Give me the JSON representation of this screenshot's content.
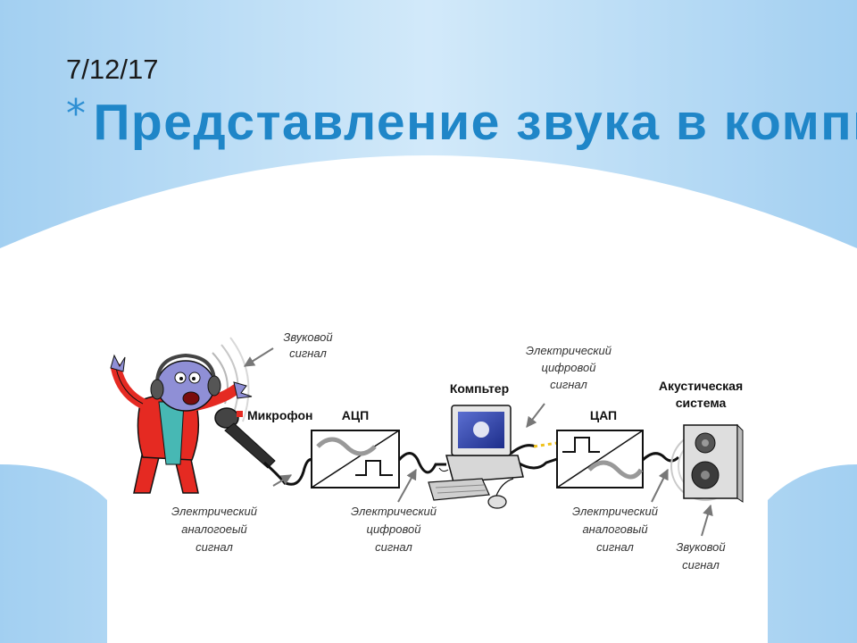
{
  "slide": {
    "date": "7/12/17",
    "title_bullet": "*",
    "title": "Представление звука в компьютере"
  },
  "diagram": {
    "sound_signal_top": [
      "Звуковой",
      "сигнал"
    ],
    "microphone": "Микрофон",
    "adc": "АЦП",
    "computer": "Компьтер",
    "digital_signal_top": [
      "Электрический",
      "цифровой",
      "сигнал"
    ],
    "dac": "ЦАП",
    "speaker_system": [
      "Акустическая",
      "система"
    ],
    "analog_signal_left": [
      "Электрический",
      "аналогоеый",
      "сигнал"
    ],
    "digital_signal_bottom": [
      "Электрический",
      "цифровой",
      "сигнал"
    ],
    "analog_signal_right": [
      "Электрический",
      "аналоговый",
      "сигнал"
    ],
    "sound_signal_bottom": [
      "Звуковой",
      "сигнал"
    ]
  },
  "colors": {
    "background_blue": "#a9d4f2",
    "title_blue": "#1f86c8",
    "singer_red": "#e52a22",
    "wire": "#111111"
  }
}
